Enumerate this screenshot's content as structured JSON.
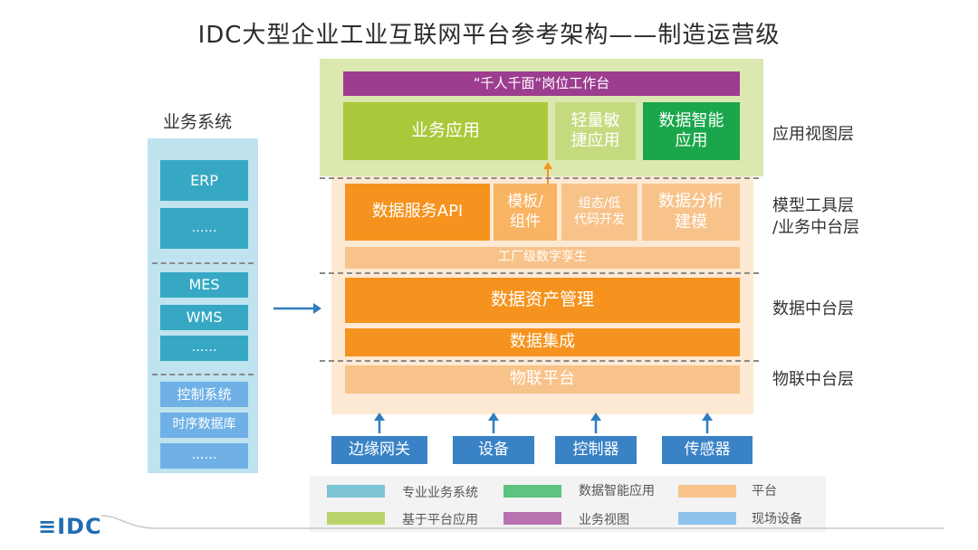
{
  "title": "IDC大型企业工业互联网平台参考架构——制造运营级",
  "colors": {
    "teal": "#36a8c4",
    "green_light": "#a9c93a",
    "green_dark": "#1aa64a",
    "light_green_bg": "#dbe8b0",
    "purple": "#9c3d8f",
    "orange": "#f5931e",
    "orange_light": "#f8c38a",
    "peach_bg": "#fde9d4",
    "blue_device": "#3a82c6",
    "light_blue": "#6fb1e6"
  },
  "left_panel": {
    "title": "业务系统",
    "items": [
      "ERP",
      "……",
      "MES",
      "WMS",
      "……",
      "控制系统",
      "时序数据库",
      "……"
    ]
  },
  "app_layer": {
    "top_bar": "“千人千面“岗位工作台",
    "business_app": "业务应用",
    "agile_app": "轻量敏\n捷应用",
    "smart_app": "数据智能\n应用"
  },
  "model_layer": {
    "api": "数据服务API",
    "template": "模板/\n组件",
    "lowcode": "组态/低\n代码开发",
    "analytics": "数据分析\n建模",
    "twin": "工厂级数字孪生"
  },
  "data_layer": {
    "asset": "数据资产管理",
    "integration": "数据集成"
  },
  "iot_layer": {
    "platform": "物联平台"
  },
  "devices": [
    "边缘网关",
    "设备",
    "控制器",
    "传感器"
  ],
  "layer_labels": {
    "app": "应用视图层",
    "model": "模型工具层\n/业务中台层",
    "data": "数据中台层",
    "iot": "物联中台层"
  },
  "legend": [
    {
      "label": "专业业务系统",
      "color": "#7cc4d6"
    },
    {
      "label": "数据智能应用",
      "color": "#5cc480"
    },
    {
      "label": "平台",
      "color": "#f8c38a"
    },
    {
      "label": "基于平台应用",
      "color": "#b9d36a"
    },
    {
      "label": "业务视图",
      "color": "#b872b0"
    },
    {
      "label": "现场设备",
      "color": "#8ec3ee"
    }
  ],
  "logo": "≡IDC"
}
